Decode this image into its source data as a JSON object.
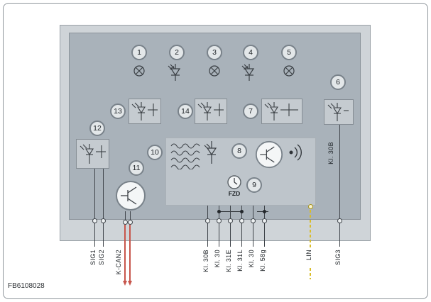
{
  "figure": {
    "id": "FB6108028"
  },
  "callouts": [
    "1",
    "2",
    "3",
    "4",
    "5",
    "6",
    "7",
    "8",
    "9",
    "10",
    "11",
    "12",
    "13",
    "14"
  ],
  "module": {
    "fzd_label": "FZD",
    "side_terminal_label": "Kl. 30B"
  },
  "terminals": {
    "sig1": "SIG1",
    "sig2": "SIG2",
    "kcan2": "K-CAN2",
    "kl30b": "Kl. 30B",
    "kl30_first": "Kl. 30",
    "kl31e": "Kl. 31E",
    "kl31l": "Kl. 31L",
    "kl30_second": "Kl. 30",
    "kl58g": "Kl. 58g",
    "lin": "LIN",
    "sig3": "SIG3"
  },
  "colors": {
    "kcan2_wire": "#c7564c",
    "lin_wire": "#d9bd2a",
    "wire": "#3f444a",
    "module_outer": "#cfd4d8",
    "module_inner": "#a9b2ba",
    "center_panel": "#bec5cb"
  }
}
